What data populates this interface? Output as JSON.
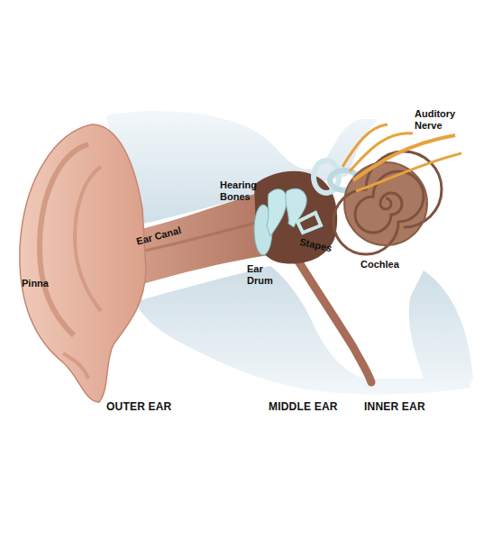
{
  "diagram": {
    "labels": [
      "Auditory Nerve",
      "Hearing Bones",
      "Ear Canal",
      "Stapes",
      "Cochlea",
      "Pinna",
      "Ear Drum",
      "OUTER EAR",
      "MIDDLE EAR",
      "INNER EAR"
    ]
  }
}
